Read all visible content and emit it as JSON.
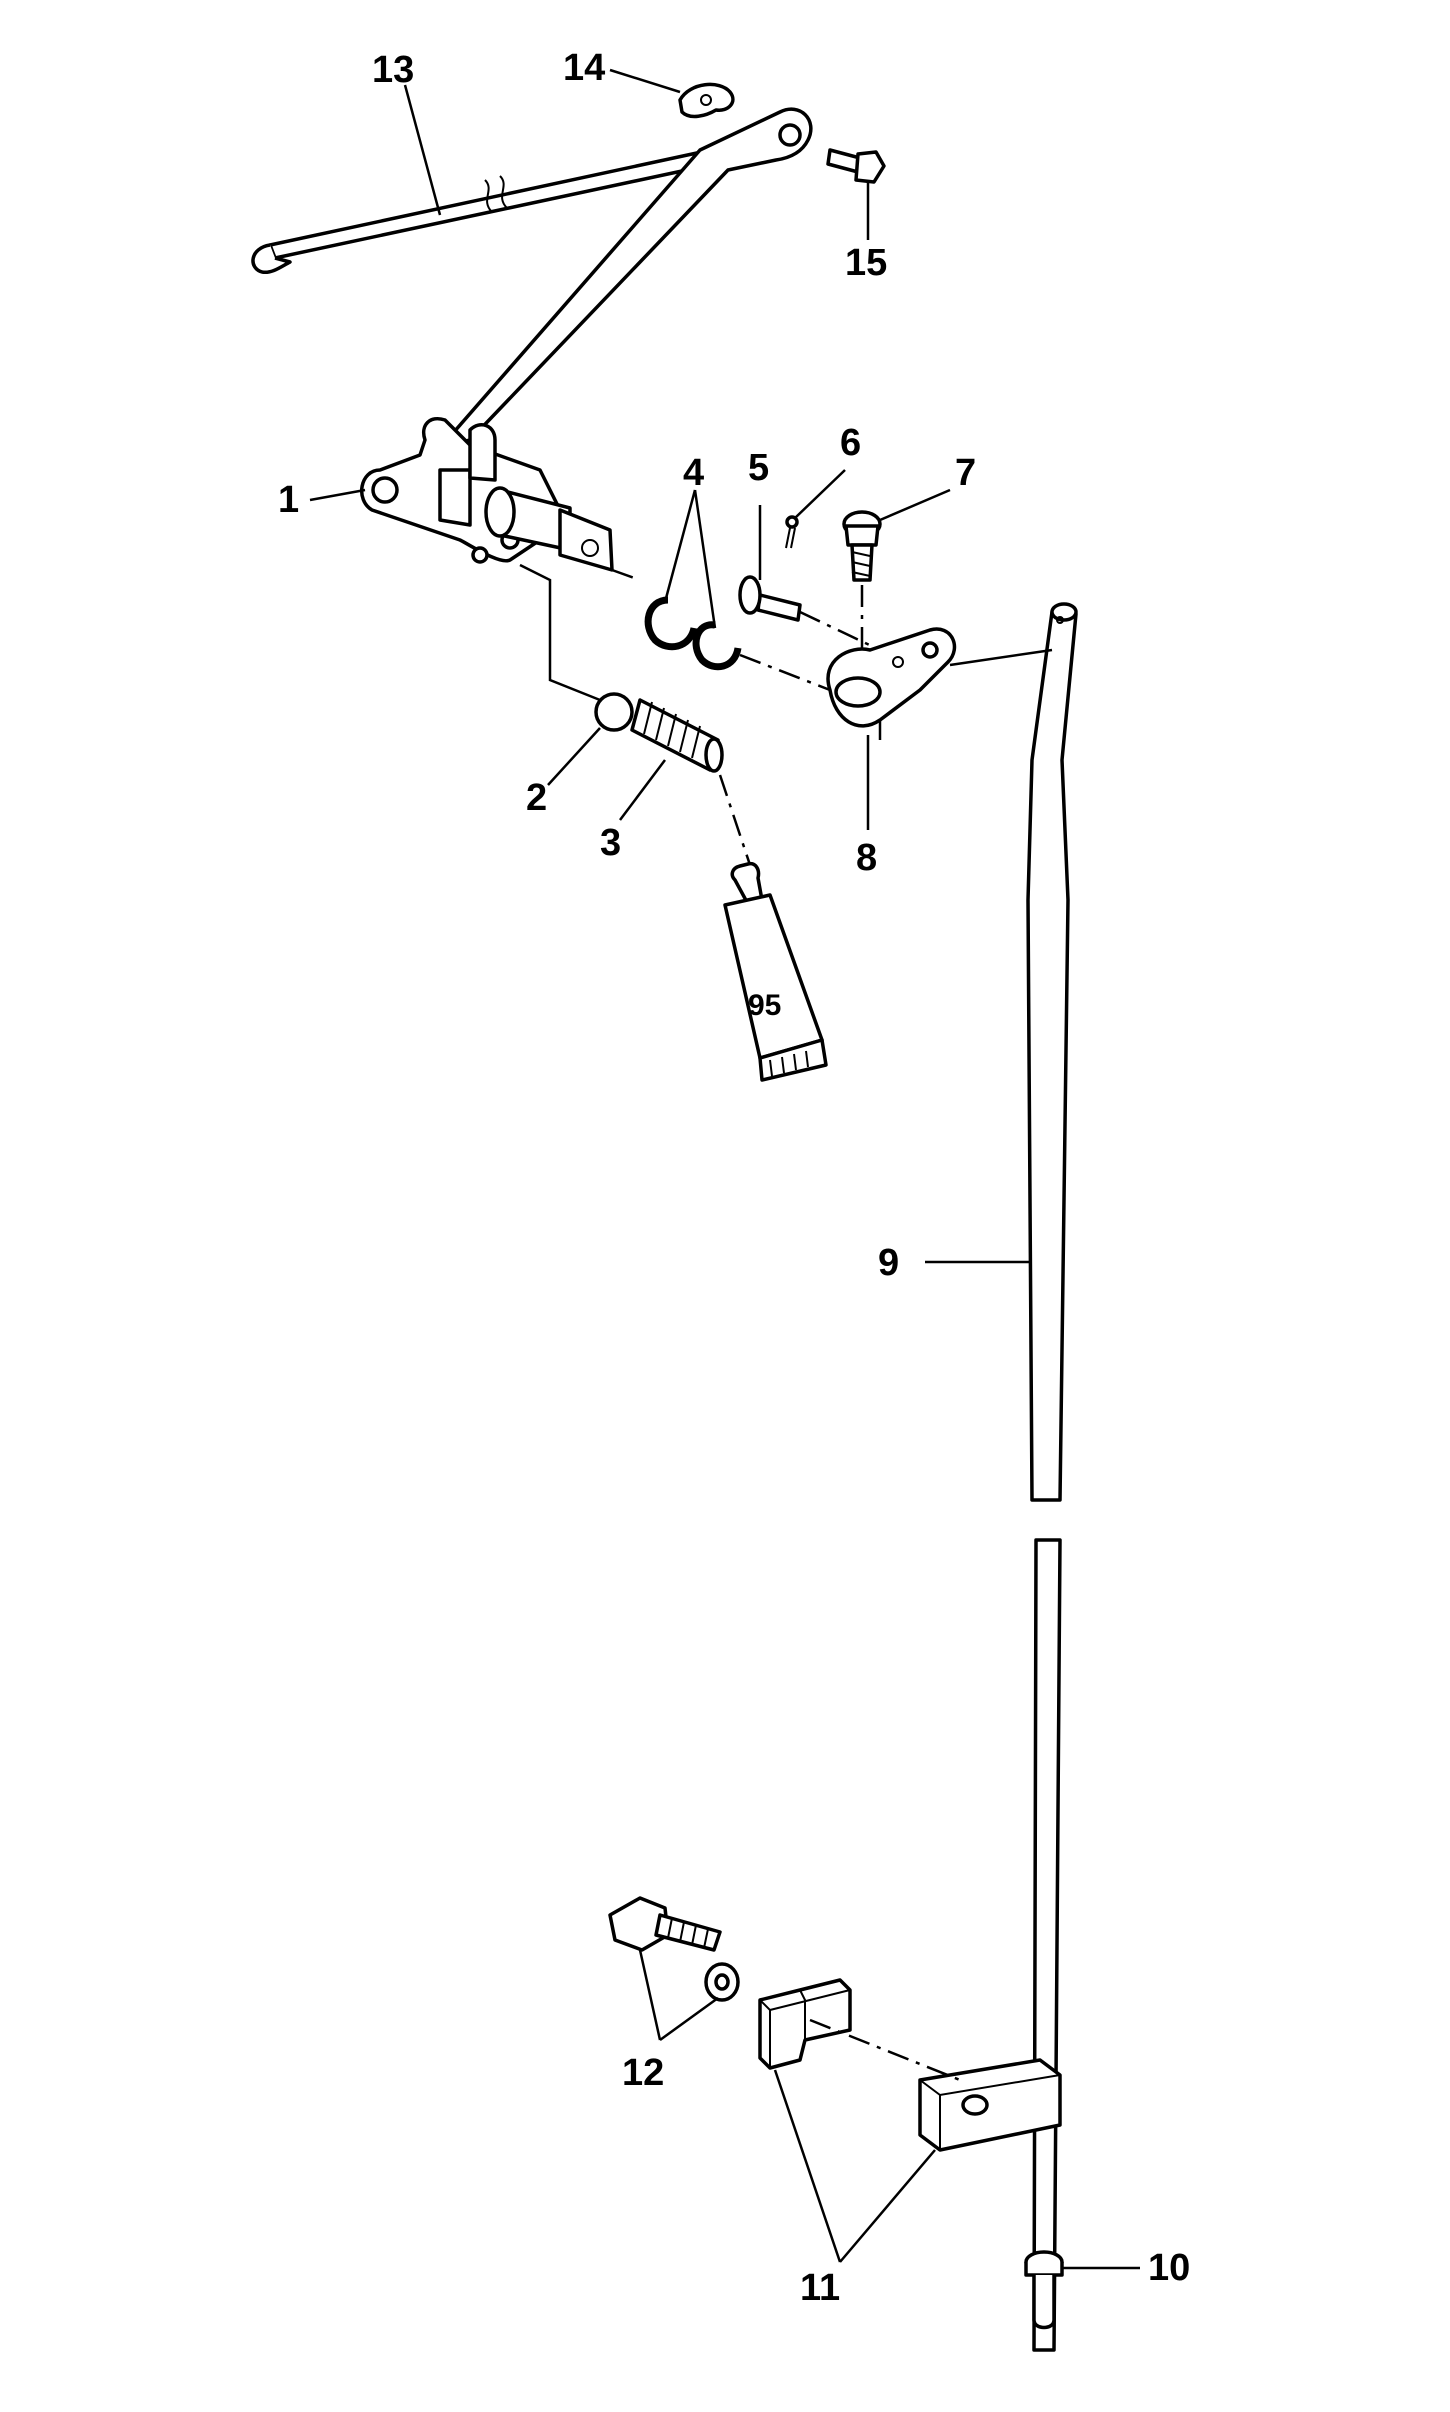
{
  "callouts": [
    {
      "id": "1",
      "label": "1"
    },
    {
      "id": "2",
      "label": "2"
    },
    {
      "id": "3",
      "label": "3"
    },
    {
      "id": "4",
      "label": "4"
    },
    {
      "id": "5",
      "label": "5"
    },
    {
      "id": "6",
      "label": "6"
    },
    {
      "id": "7",
      "label": "7"
    },
    {
      "id": "8",
      "label": "8"
    },
    {
      "id": "9",
      "label": "9"
    },
    {
      "id": "10",
      "label": "10"
    },
    {
      "id": "11",
      "label": "11"
    },
    {
      "id": "12",
      "label": "12"
    },
    {
      "id": "13",
      "label": "13"
    },
    {
      "id": "14",
      "label": "14"
    },
    {
      "id": "15",
      "label": "15"
    }
  ],
  "lubricant_tube": {
    "label": "95"
  }
}
